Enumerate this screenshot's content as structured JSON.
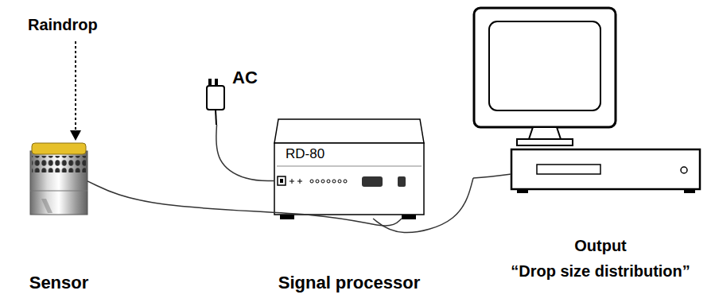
{
  "diagram": {
    "nodes": [
      {
        "text": [
          "Sensor"
        ]
      },
      {
        "text": [
          "AC"
        ]
      },
      {
        "text": [
          "RD-80",
          "Signal processor"
        ]
      },
      {
        "text": [
          "Output",
          "“Drop size distribution”"
        ]
      }
    ],
    "edges": [
      {
        "from": 0,
        "to": 2,
        "arrow": "none"
      },
      {
        "from": 1,
        "to": 2,
        "arrow": "none"
      },
      {
        "from": 2,
        "to": 3,
        "arrow": "none"
      }
    ],
    "labels": [
      "Raindrop"
    ]
  }
}
